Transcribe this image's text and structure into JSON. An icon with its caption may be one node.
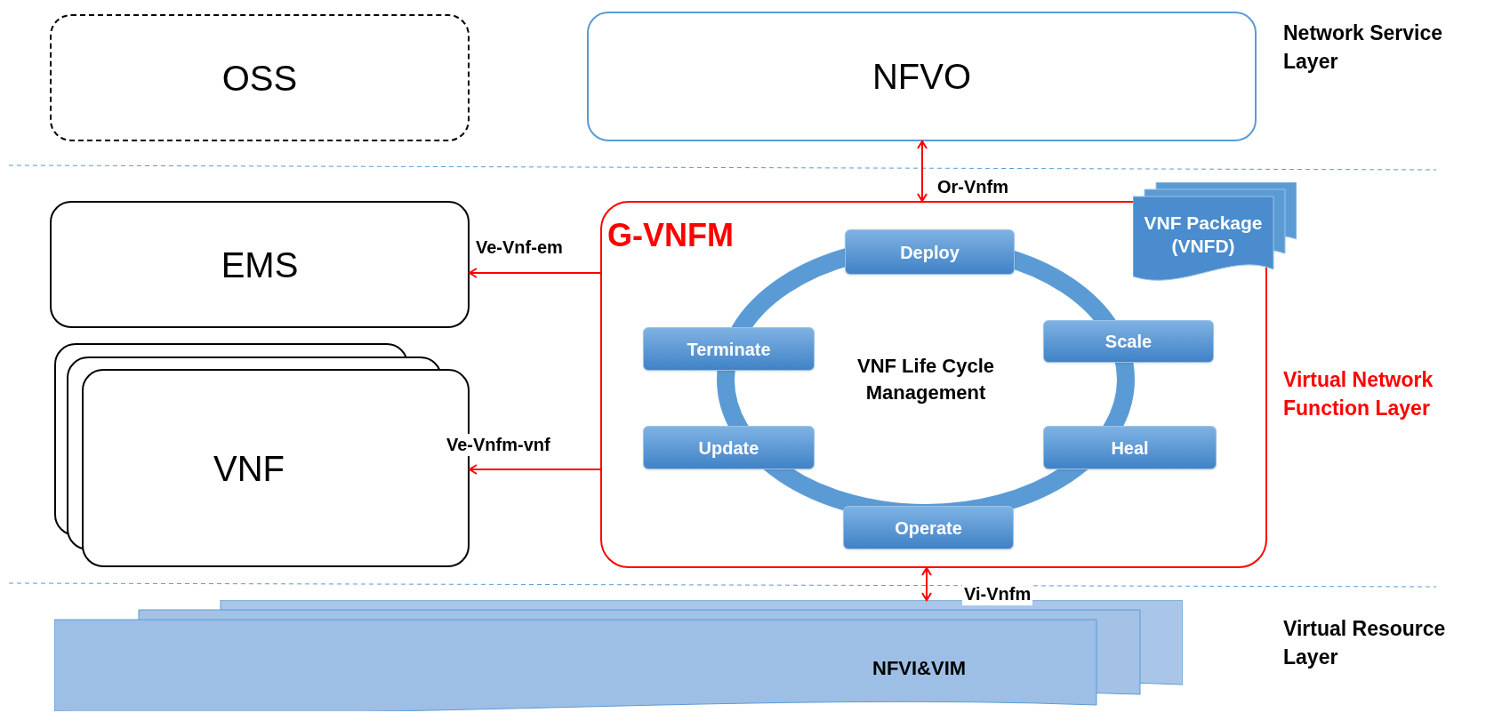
{
  "diagram": {
    "nodes": [
      {
        "text": [
          "OSS"
        ]
      },
      {
        "text": [
          "NFVO"
        ]
      },
      {
        "text": [
          "EMS"
        ]
      },
      {
        "text": [
          "VNF"
        ]
      },
      {
        "text": [
          "G-VNFM"
        ]
      },
      {
        "text": [
          "VNF Package (VNFD)"
        ]
      },
      {
        "text": [
          "VNF Life Cycle Management"
        ],
        "in": 4
      },
      {
        "text": [
          "Deploy"
        ],
        "in": 4
      },
      {
        "text": [
          "Terminate"
        ],
        "in": 4
      },
      {
        "text": [
          "Scale"
        ],
        "in": 4
      },
      {
        "text": [
          "Update"
        ],
        "in": 4
      },
      {
        "text": [
          "Heal"
        ],
        "in": 4
      },
      {
        "text": [
          "Operate"
        ],
        "in": 4
      },
      {
        "text": [
          "NFVI&VIM"
        ]
      }
    ],
    "edges": [
      {
        "from": 1,
        "to": 4,
        "arrow": "both",
        "label": "Or-Vnfm"
      },
      {
        "from": 4,
        "to": 2,
        "arrow": "to",
        "label": "Ve-Vnf-em"
      },
      {
        "from": 4,
        "to": 3,
        "arrow": "to",
        "label": "Ve-Vnfm-vnf"
      },
      {
        "from": 4,
        "to": 13,
        "arrow": "both",
        "label": "Vi-Vnfm"
      }
    ],
    "labels": [
      "Network Service Layer",
      "Virtual Network Function Layer",
      "Virtual Resource Layer"
    ]
  }
}
